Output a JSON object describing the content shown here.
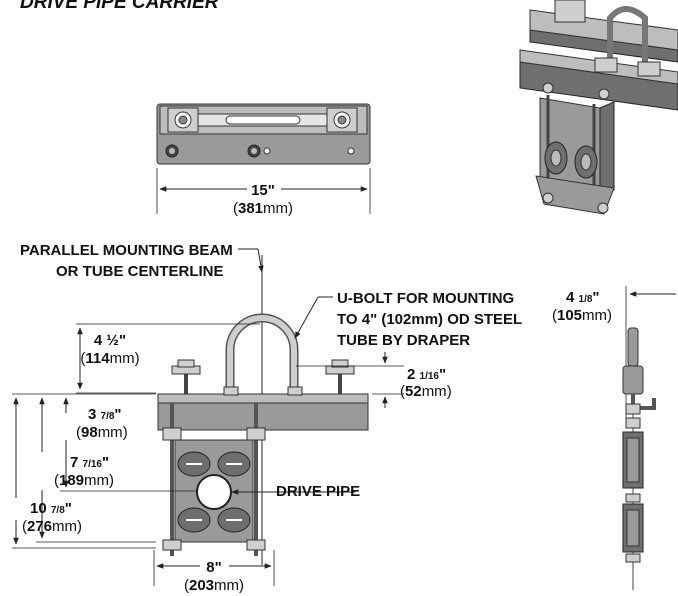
{
  "title": "DRIVE PIPE CARRIER",
  "top_view": {
    "width_in": "15\"",
    "width_mm": "381",
    "unit": "mm"
  },
  "callouts": {
    "beam_line1": "PARALLEL MOUNTING BEAM",
    "beam_line2": "OR TUBE CENTERLINE",
    "ubolt_line1": "U-BOLT FOR MOUNTING",
    "ubolt_line2_a": "TO 4\" (",
    "ubolt_line2_b": "102",
    "ubolt_line2_c": "mm) OD STEEL",
    "ubolt_line3": "TUBE BY DRAPER",
    "drive_pipe": "DRIVE PIPE"
  },
  "dimensions": {
    "d1_in": "4 ½\"",
    "d1_mm": "114",
    "d2_in_whole": "2 ",
    "d2_in_frac": "1/16",
    "d2_mm": "52",
    "d3_in_whole": "3 ",
    "d3_in_frac": "7/8",
    "d3_mm": "98",
    "d4_in_whole": "7 ",
    "d4_in_frac": "7/16",
    "d4_mm": "189",
    "d5_in_whole": "10 ",
    "d5_in_frac": "7/8",
    "d5_mm": "276",
    "d6_in": "8\"",
    "d6_mm": "203",
    "d7_in_whole": "4 ",
    "d7_in_frac": "1/8",
    "d7_mm": "105",
    "unit": "mm"
  }
}
